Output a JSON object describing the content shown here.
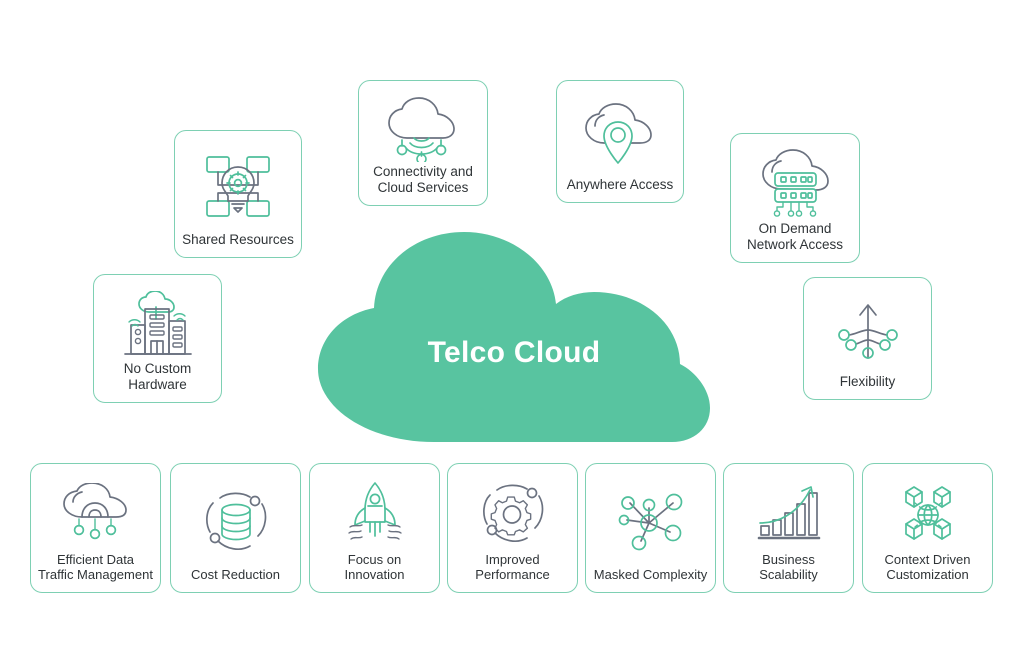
{
  "hub": {
    "label": "Telco Cloud",
    "shape": "cloud",
    "fill_color": "#58c4a0",
    "text_color": "#ffffff"
  },
  "theme": {
    "card_border_color": "#7ed0b3",
    "card_background": "#ffffff",
    "label_text_color": "#2f3437",
    "icon_gray": "#6b7280",
    "icon_green": "#4fbf9b",
    "page_background": "#ffffff"
  },
  "ring_cards": [
    {
      "id": "shared-resources",
      "label": "Shared Resources",
      "icon": "shared-resources-icon"
    },
    {
      "id": "connectivity",
      "label": "Connectivity and\nCloud Services",
      "icon": "cloud-connectivity-icon"
    },
    {
      "id": "anywhere-access",
      "label": "Anywhere Access",
      "icon": "cloud-location-pin-icon"
    },
    {
      "id": "on-demand",
      "label": "On Demand\nNetwork Access",
      "icon": "cloud-server-network-icon"
    },
    {
      "id": "no-custom-hardware",
      "label": "No Custom\nHardware",
      "icon": "buildings-wifi-icon"
    },
    {
      "id": "flexibility",
      "label": "Flexibility",
      "icon": "branching-arrow-icon"
    }
  ],
  "bottom_cards": [
    {
      "id": "efficient-data",
      "label": "Efficient Data\nTraffic Management",
      "icon": "cloud-data-traffic-icon"
    },
    {
      "id": "cost-reduction",
      "label": "Cost Reduction",
      "icon": "database-cycle-icon"
    },
    {
      "id": "focus-innov",
      "label": "Focus on\nInnovation",
      "icon": "rocket-icon"
    },
    {
      "id": "improved-perf",
      "label": "Improved\nPerformance",
      "icon": "gear-orbit-icon"
    },
    {
      "id": "masked-complex",
      "label": "Masked Complexity",
      "icon": "network-nodes-icon"
    },
    {
      "id": "business-scale",
      "label": "Business\nScalability",
      "icon": "growth-chart-arrow-icon"
    },
    {
      "id": "context-driven",
      "label": "Context Driven\nCustomization",
      "icon": "globe-cubes-icon"
    }
  ]
}
